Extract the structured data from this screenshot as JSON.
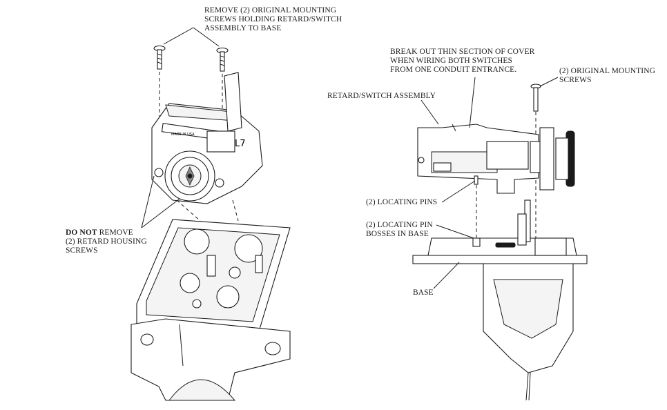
{
  "labels": {
    "remove_screws": [
      "REMOVE (2) ORIGINAL MOUNTING",
      "SCREWS HOLDING RETARD/SWITCH",
      "ASSEMBLY TO BASE"
    ],
    "break_out": [
      "BREAK OUT THIN SECTION OF COVER",
      "WHEN  WIRING  BOTH  SWITCHES",
      "FROM ONE CONDUIT ENTRANCE."
    ],
    "original_screws": [
      "(2) ORIGINAL MOUNTING",
      "SCREWS"
    ],
    "retard_switch_assembly": "RETARD/SWITCH ASSEMBLY",
    "do_not_remove_bold": "DO NOT",
    "do_not_remove_rest": " REMOVE",
    "retard_housing_screws": [
      "(2) RETARD HOUSING",
      "SCREWS"
    ],
    "locating_pins": "(2) LOCATING PINS",
    "locating_pin_bosses": [
      "(2) LOCATING PIN",
      "BOSSES IN BASE"
    ],
    "base": "BASE"
  },
  "part_marks": {
    "switch_face": "L7",
    "housing_text": "MADE IN USA"
  }
}
